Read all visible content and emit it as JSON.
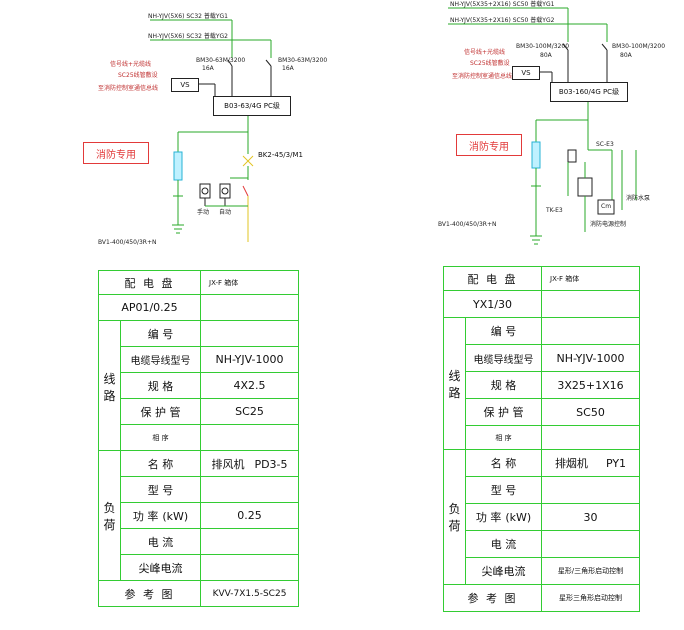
{
  "panels": [
    {
      "feeder_1": "NH-YJV(5X6) SC32 普载YG1",
      "feeder_2": "NH-YJV(5X6) SC32 普载YG2",
      "breaker_1": "BM30-63M/3200",
      "breaker_1_rating": "16A",
      "breaker_2": "BM30-63M/3200",
      "breaker_2_rating": "16A",
      "note_1": "信号线+光缆线",
      "note_2": "SC25线管敷设",
      "note_3": "至消防控制室通信总线",
      "vs_label": "VS",
      "pc_label": "B03-63/4G PC级",
      "fire_label": "消防专用",
      "contactor_label": "BK2-45/3/M1",
      "sw_1": "手动",
      "sw_2": "自动",
      "cable_label": "BV1-400/450/3R+N",
      "table": {
        "title_label": "配 电 盘",
        "title_value": "JX-F 箱体",
        "id": "AP01/0.25",
        "line_group": "线 路",
        "load_group": "负 荷",
        "rows": [
          {
            "label": "编 号",
            "value": ""
          },
          {
            "label": "电缆导线型号",
            "value": "NH-YJV-1000"
          },
          {
            "label": "规 格",
            "value": "4X2.5"
          },
          {
            "label": "保 护 管",
            "value": "SC25"
          },
          {
            "label": "相 序",
            "value": ""
          },
          {
            "label": "名 称",
            "value_prefix": "排风机",
            "value": "PD3-5"
          },
          {
            "label": "型 号",
            "value": ""
          },
          {
            "label": "功 率",
            "unit": "(kW)",
            "value": "0.25"
          },
          {
            "label": "电 流",
            "value": ""
          },
          {
            "label": "尖峰电流",
            "value": ""
          }
        ],
        "ref_label": "参 考 图",
        "ref_value": "KVV-7X1.5-SC25"
      }
    },
    {
      "feeder_1": "NH-YJV(5X35+2X16) SC50 普载YG1",
      "feeder_2": "NH-YJV(5X35+2X16) SC50 普载YG2",
      "breaker_1": "BM30-100M/3200",
      "breaker_1_rating": "80A",
      "breaker_2": "BM30-100M/3200",
      "breaker_2_rating": "80A",
      "note_1": "信号线+光缆线",
      "note_2": "SC25线管敷设",
      "note_3": "至消防控制室通信总线",
      "vs_label": "VS",
      "pc_label": "B03-160/4G PC级",
      "fire_label": "消防专用",
      "contactor_label": "SC-E3",
      "sw_1": "TK-E3",
      "motor_label": "Cm",
      "motor_note_1": "消防水泵",
      "motor_note_2": "消防电源控制",
      "cable_label": "BV1-400/450/3R+N",
      "table": {
        "title_label": "配 电 盘",
        "title_value": "JX-F 箱体",
        "id": "YX1/30",
        "line_group": "线 路",
        "load_group": "负 荷",
        "rows": [
          {
            "label": "编 号",
            "value": ""
          },
          {
            "label": "电缆导线型号",
            "value": "NH-YJV-1000"
          },
          {
            "label": "规 格",
            "value": "3X25+1X16"
          },
          {
            "label": "保 护 管",
            "value": "SC50"
          },
          {
            "label": "相 序",
            "value": ""
          },
          {
            "label": "名 称",
            "value_prefix": "排烟机",
            "value": "PY1"
          },
          {
            "label": "型 号",
            "value": ""
          },
          {
            "label": "功 率",
            "unit": "(kW)",
            "value": "30"
          },
          {
            "label": "电 流",
            "value": ""
          },
          {
            "label": "尖峰电流",
            "value": "星形/三角形启动控制"
          }
        ],
        "ref_label": "参 考 图",
        "ref_value": "星形三角形启动控制"
      }
    }
  ]
}
